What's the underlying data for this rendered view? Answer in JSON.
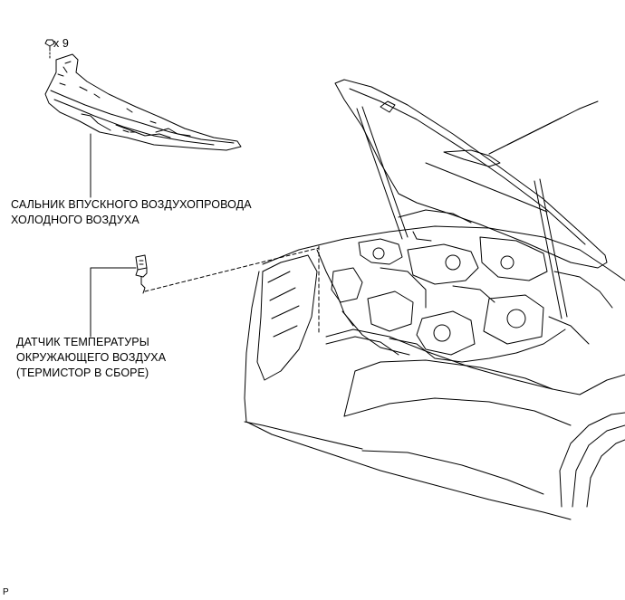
{
  "fastener": {
    "count_label": "x 9"
  },
  "seal_label": {
    "lines": [
      "САЛЬНИК ВПУСКНОГО ВОЗДУХОПРОВОДА",
      "ХОЛОДНОГО ВОЗДУХА"
    ]
  },
  "sensor_label": {
    "lines": [
      "ДАТЧИК ТЕМПЕРАТУРЫ",
      "ОКРУЖАЮЩЕГО ВОЗДУХА",
      "(ТЕРМИСТОР В СБОРЕ)"
    ]
  },
  "reference_code": "P"
}
